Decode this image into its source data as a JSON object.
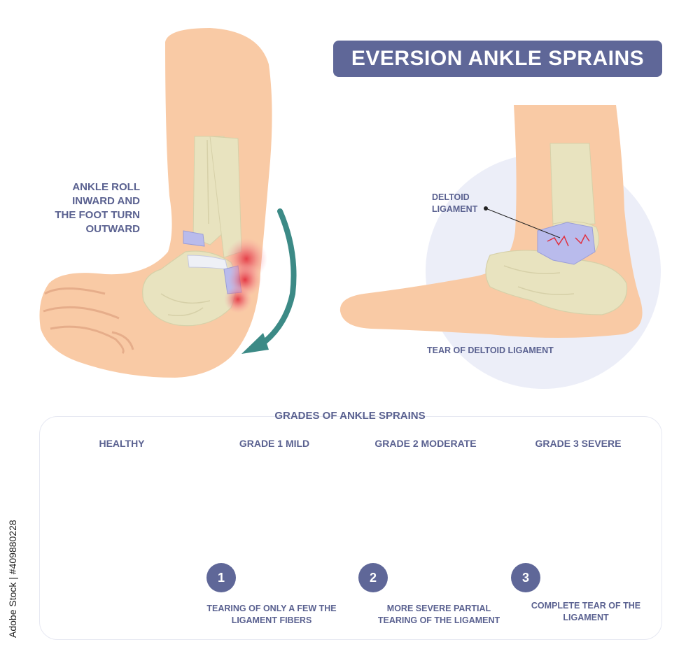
{
  "title": "EVERSION ANKLE SPRAINS",
  "left_label_lines": [
    "ANKLE ROLL",
    "INWARD AND",
    "THE FOOT TURN",
    "OUTWARD"
  ],
  "deltoid_label_lines": [
    "DELTOID",
    "LIGAMENT"
  ],
  "tear_caption": "TEAR OF DELTOID LIGAMENT",
  "grades_title": "GRADES OF ANKLE SPRAINS",
  "grades": [
    {
      "name": "HEALTHY"
    },
    {
      "name": "GRADE 1  MILD",
      "number": "1",
      "desc_lines": [
        "TEARING OF ONLY A FEW THE",
        "LIGAMENT FIBERS"
      ]
    },
    {
      "name": "GRADE 2  MODERATE",
      "number": "2",
      "desc_lines": [
        "MORE SEVERE PARTIAL",
        "TEARING OF THE LIGAMENT"
      ]
    },
    {
      "name": "GRADE 3  SEVERE",
      "number": "3",
      "desc_lines": [
        "COMPLETE TEAR OF THE",
        "LIGAMENT"
      ]
    }
  ],
  "stock_id": "Adobe Stock | #409880228",
  "colors": {
    "accent": "#5f6798",
    "skin": "#f9caa5",
    "bone": "#e8e3bf",
    "ligament": "#b9bbec",
    "injury": "#e03040",
    "circle_bg": "#eceef8",
    "arrow": "#3c8a86"
  }
}
